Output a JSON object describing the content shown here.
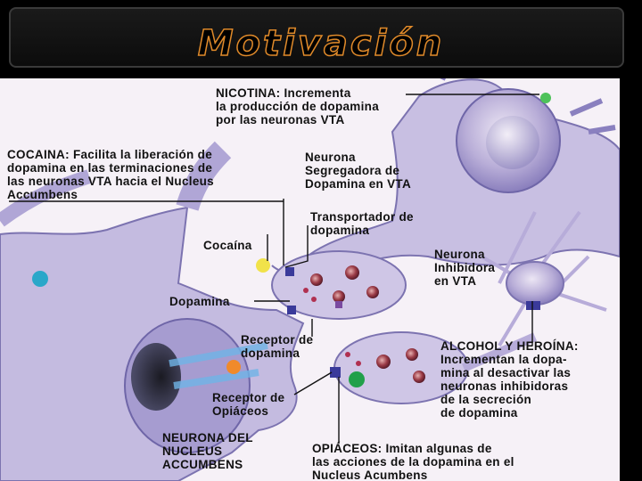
{
  "title": "Motivación",
  "labels": {
    "nicotina": "NICOTINA: Incrementa\nla producción de dopamina\npor las neuronas VTA",
    "cocaina_desc": "COCAINA: Facilita la liberación de\ndopamina en las terminaciones de\nlas neuronas VTA hacia el Nucleus\nAccumbens",
    "neurona_vta": "Neurona\nSegregadora de\nDopamina en VTA",
    "transportador": "Transportador de\ndopamina",
    "cocaina": "Cocaína",
    "neurona_inhibidora": "Neurona\nInhibidora\nen VTA",
    "dopamina": "Dopamina",
    "receptor_dopamina": "Receptor de\ndopamina",
    "alcohol_heroina": "ALCOHOL Y HEROÍNA:\nIncrementan la dopa-\nmina al desactivar las\nneuronas inhibidoras\nde la secreción\nde dopamina",
    "receptor_opiaceos": "Receptor de\nOpiáceos",
    "neurona_nucleus": "NEURONA DEL\nNUCLEUS\nACCUMBENS",
    "opiaceos": "OPIÁCEOS: Imitan algunas de\nlas acciones de la dopamina en el\nNucleus Acumbens"
  }
}
